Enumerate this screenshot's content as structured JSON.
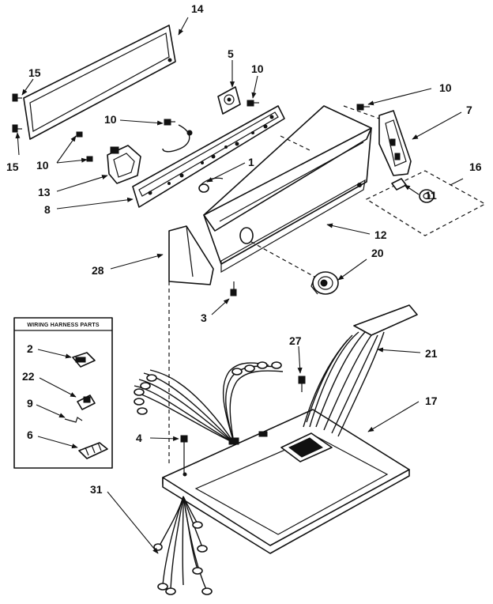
{
  "callouts": {
    "c14": "14",
    "c15a": "15",
    "c15b": "15",
    "c5": "5",
    "c10a": "10",
    "c10b": "10",
    "c10c": "10",
    "c10d": "10",
    "c7": "7",
    "c16": "16",
    "c11": "11",
    "c1": "1",
    "c13": "13",
    "c8": "8",
    "c12": "12",
    "c20": "20",
    "c28": "28",
    "c3": "3",
    "c2": "2",
    "c22": "22",
    "c9": "9",
    "c6": "6",
    "c4": "4",
    "c27": "27",
    "c21": "21",
    "c17": "17",
    "c31": "31"
  },
  "inset": {
    "title": "WIRING HARNESS PARTS"
  }
}
